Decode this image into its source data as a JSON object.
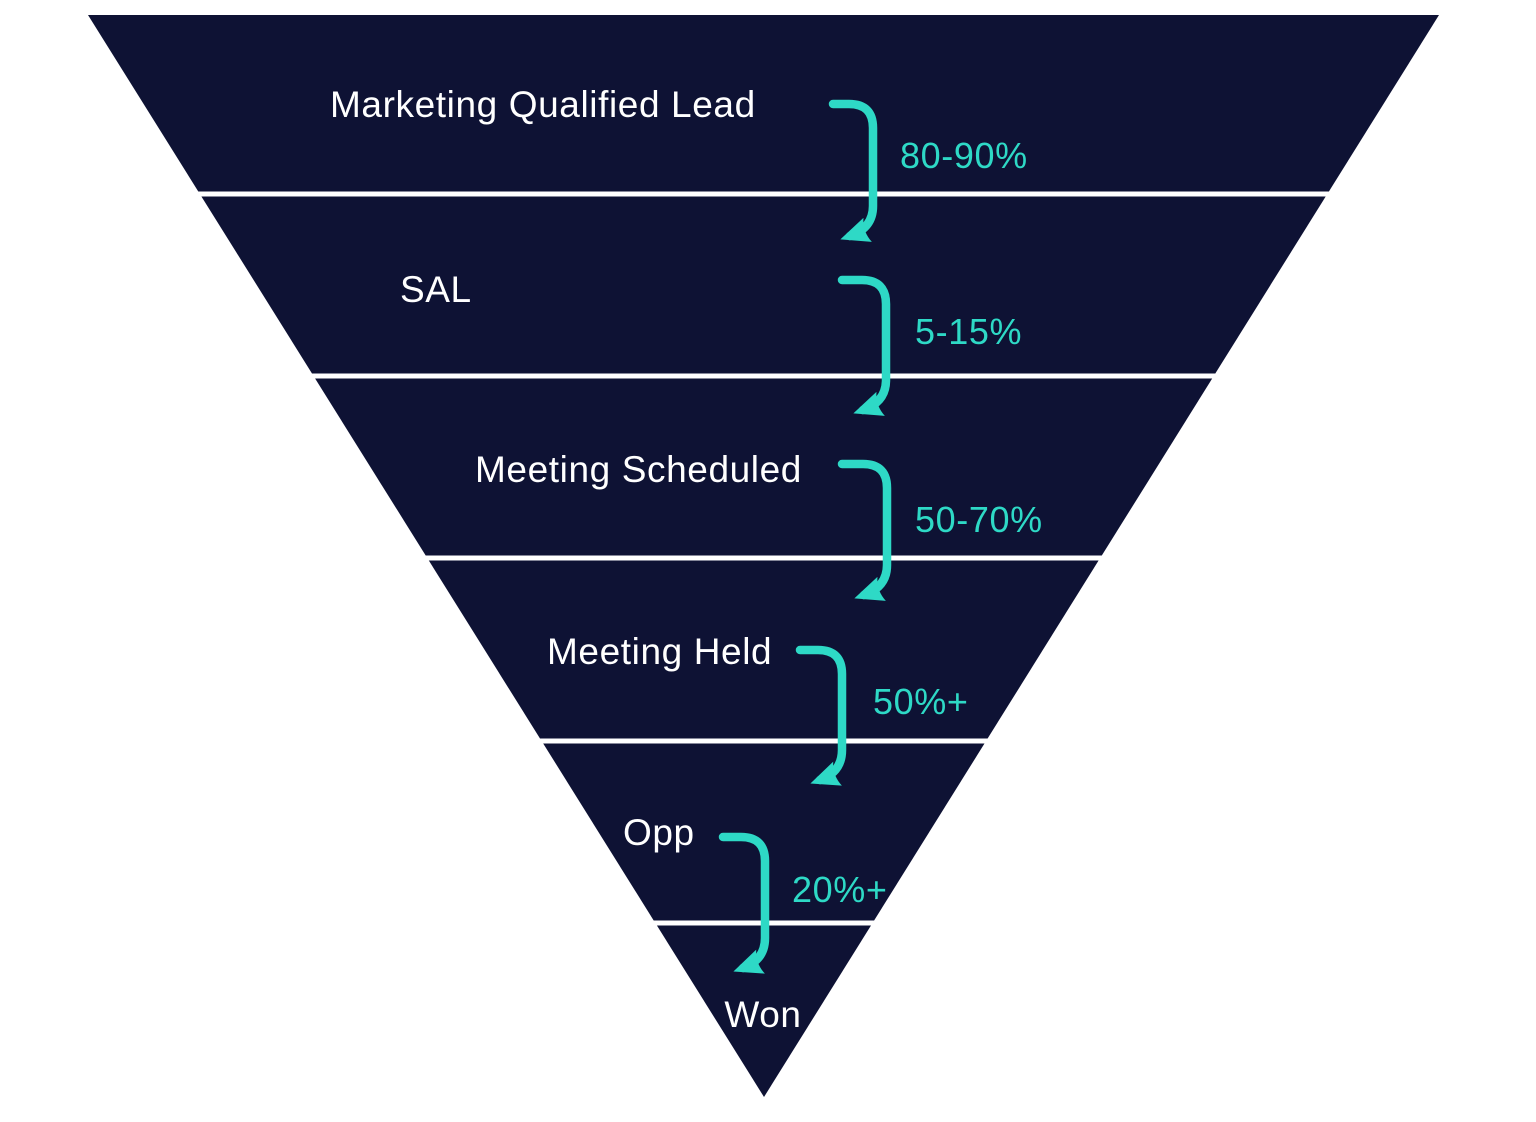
{
  "diagram": {
    "type": "inverted-funnel",
    "colors": {
      "funnel_fill": "#0e1234",
      "accent_teal": "#2ed9c6",
      "divider": "#ffffff",
      "background": "#ffffff",
      "stage_text": "#ffffff"
    },
    "stages": [
      {
        "label": "Marketing Qualified Lead",
        "conversion_to_next": "80-90%"
      },
      {
        "label": "SAL",
        "conversion_to_next": "5-15%"
      },
      {
        "label": "Meeting Scheduled",
        "conversion_to_next": "50-70%"
      },
      {
        "label": "Meeting Held",
        "conversion_to_next": "50%+"
      },
      {
        "label": "Opp",
        "conversion_to_next": "20%+"
      },
      {
        "label": "Won",
        "conversion_to_next": ""
      }
    ]
  }
}
